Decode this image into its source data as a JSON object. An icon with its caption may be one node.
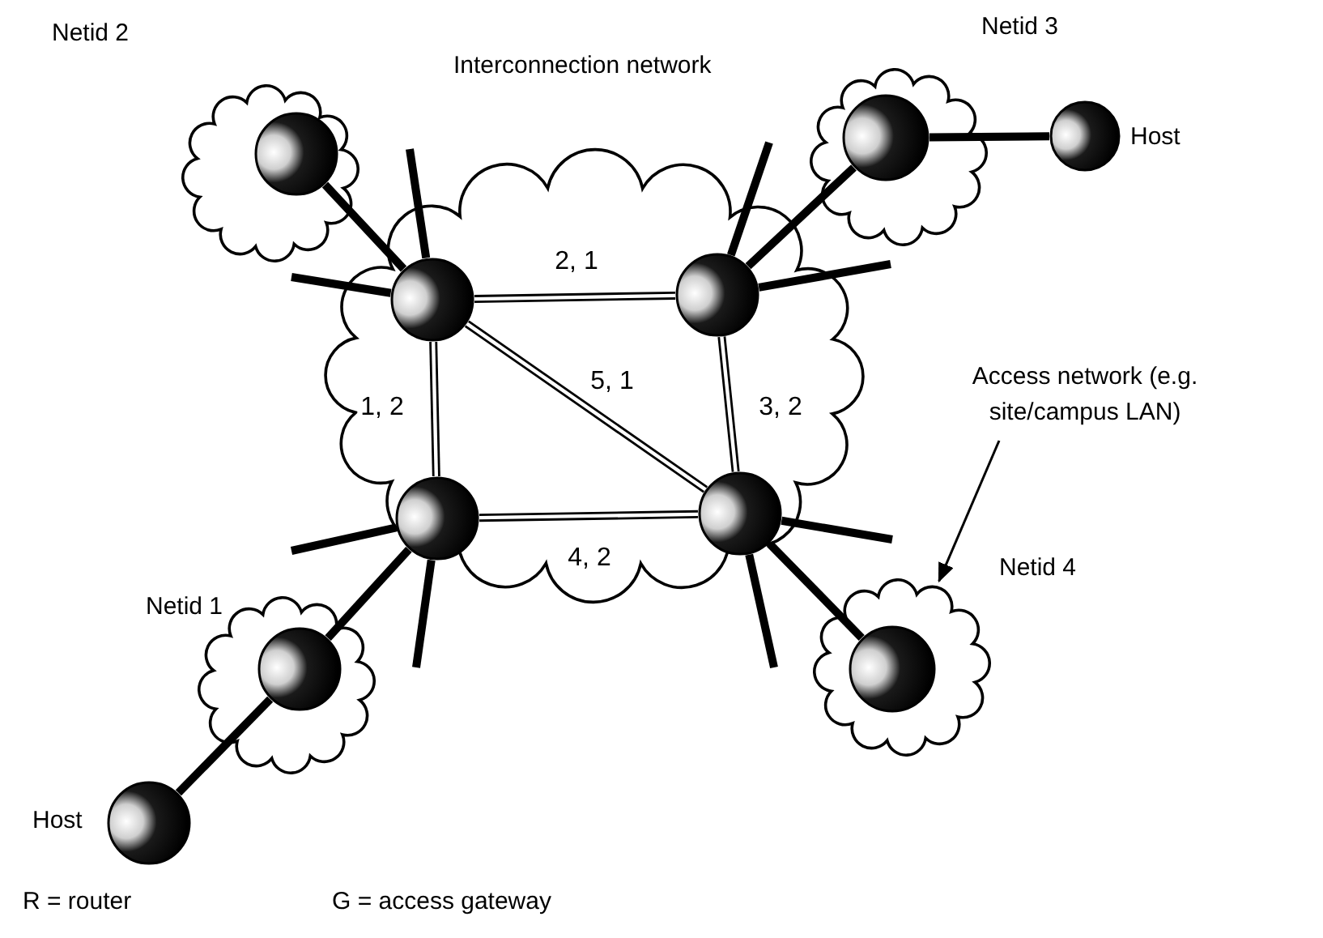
{
  "diagram": {
    "nodes": [
      {
        "text": [
          "Interconnection network"
        ]
      },
      {
        "text": [],
        "shape": "circle",
        "in": 0
      },
      {
        "text": [],
        "shape": "circle",
        "in": 0
      },
      {
        "text": [],
        "shape": "circle",
        "in": 0
      },
      {
        "text": [],
        "shape": "circle",
        "in": 0
      },
      {
        "text": [
          "Netid 2"
        ]
      },
      {
        "text": [],
        "shape": "circle",
        "in": 5
      },
      {
        "text": [
          "Netid 3"
        ]
      },
      {
        "text": [],
        "shape": "circle",
        "in": 7
      },
      {
        "text": [
          "Host"
        ]
      },
      {
        "text": [
          "Netid 1"
        ]
      },
      {
        "text": [],
        "shape": "circle",
        "in": 10
      },
      {
        "text": [
          "Host"
        ]
      },
      {
        "text": [
          "Netid 4"
        ]
      },
      {
        "text": [],
        "shape": "circle",
        "in": 13
      },
      {
        "text": [
          "Access network (e.g. site/campus LAN)"
        ]
      }
    ],
    "edges": [
      {
        "from": 1,
        "to": 2,
        "arrow": "none",
        "label": "2, 1"
      },
      {
        "from": 1,
        "to": 3,
        "arrow": "none",
        "label": "1, 2"
      },
      {
        "from": 1,
        "to": 4,
        "arrow": "none",
        "label": "5, 1"
      },
      {
        "from": 2,
        "to": 4,
        "arrow": "none",
        "label": "3, 2"
      },
      {
        "from": 3,
        "to": 4,
        "arrow": "none",
        "label": "4, 2"
      },
      {
        "from": 1,
        "to": 6,
        "arrow": "none"
      },
      {
        "from": 2,
        "to": 8,
        "arrow": "none"
      },
      {
        "from": 8,
        "to": 9,
        "arrow": "none"
      },
      {
        "from": 3,
        "to": 11,
        "arrow": "none"
      },
      {
        "from": 11,
        "to": 12,
        "arrow": "none"
      },
      {
        "from": 4,
        "to": 14,
        "arrow": "none"
      },
      {
        "from": 15,
        "to": 13,
        "arrow": "to"
      },
      {
        "from": 1,
        "to": null,
        "arrow": "none"
      },
      {
        "from": 1,
        "to": null,
        "arrow": "none"
      },
      {
        "from": 2,
        "to": null,
        "arrow": "none"
      },
      {
        "from": 2,
        "to": null,
        "arrow": "none"
      },
      {
        "from": 3,
        "to": null,
        "arrow": "none"
      },
      {
        "from": 3,
        "to": null,
        "arrow": "none"
      },
      {
        "from": 4,
        "to": null,
        "arrow": "none"
      },
      {
        "from": 4,
        "to": null,
        "arrow": "none"
      }
    ],
    "labels": [
      "R = router",
      "G = access gateway"
    ]
  }
}
